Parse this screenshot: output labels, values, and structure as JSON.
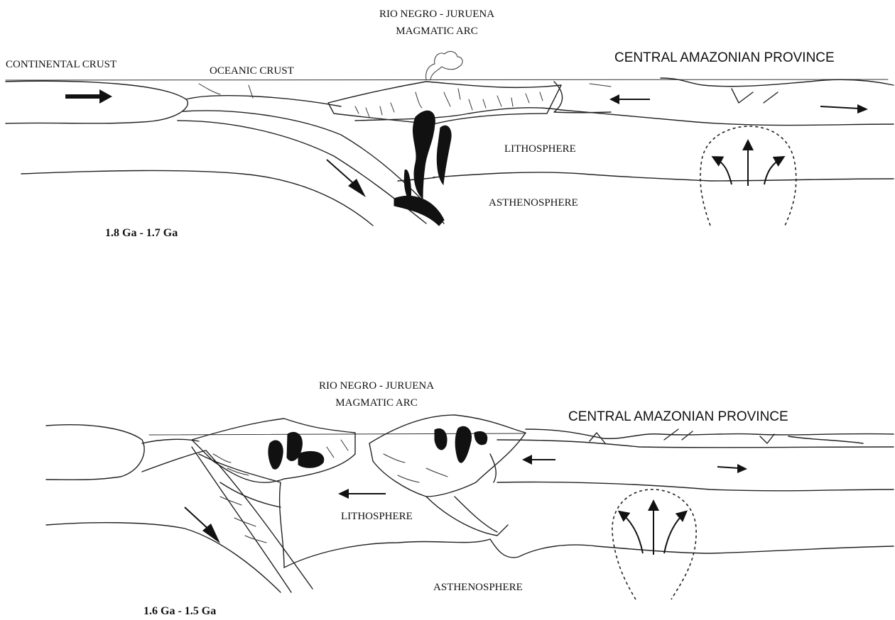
{
  "panel_top": {
    "arc_label_line1": "RIO NEGRO - JURUENA",
    "arc_label_line2": "MAGMATIC ARC",
    "continental_crust": "CONTINENTAL CRUST",
    "oceanic_crust": "OCEANIC CRUST",
    "central_amazonian": "CENTRAL AMAZONIAN PROVINCE",
    "lithosphere": "LITHOSPHERE",
    "asthenosphere": "ASTHENOSPHERE",
    "age": "1.8 Ga  -  1.7 Ga"
  },
  "panel_bottom": {
    "arc_label_line1": "RIO NEGRO - JURUENA",
    "arc_label_line2": "MAGMATIC ARC",
    "central_amazonian": "CENTRAL AMAZONIAN PROVINCE",
    "lithosphere": "LITHOSPHERE",
    "asthenosphere": "ASTHENOSPHERE",
    "age": "1.6 Ga  -  1.5 Ga"
  },
  "icons": [
    "arrow-right-icon",
    "arrow-left-icon",
    "arrow-down-right-icon",
    "mantle-plume-icon",
    "volcano-eruption-icon"
  ],
  "colors": {
    "ink": "#111111",
    "background": "#ffffff"
  }
}
